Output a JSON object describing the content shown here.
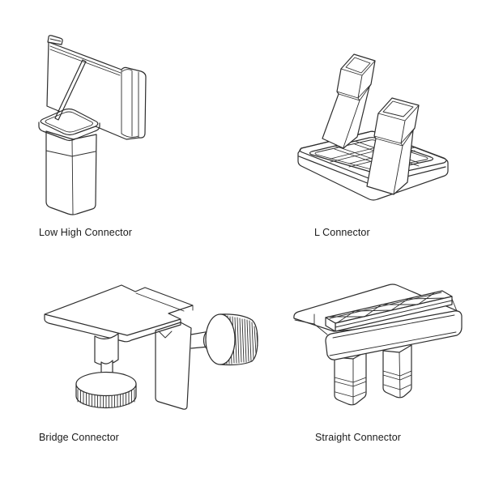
{
  "style": {
    "background_color": "#ffffff",
    "line_color": "#2e2e2e",
    "label_color": "#1b1b1b"
  },
  "connectors": [
    {
      "name": "Low High Connector",
      "drawing": "low-high-connector-line-drawing"
    },
    {
      "name": "L Connector",
      "drawing": "l-connector-line-drawing"
    },
    {
      "name": "Bridge Connector",
      "drawing": "bridge-connector-line-drawing"
    },
    {
      "name": "Straight Connector",
      "drawing": "straight-connector-line-drawing"
    }
  ]
}
